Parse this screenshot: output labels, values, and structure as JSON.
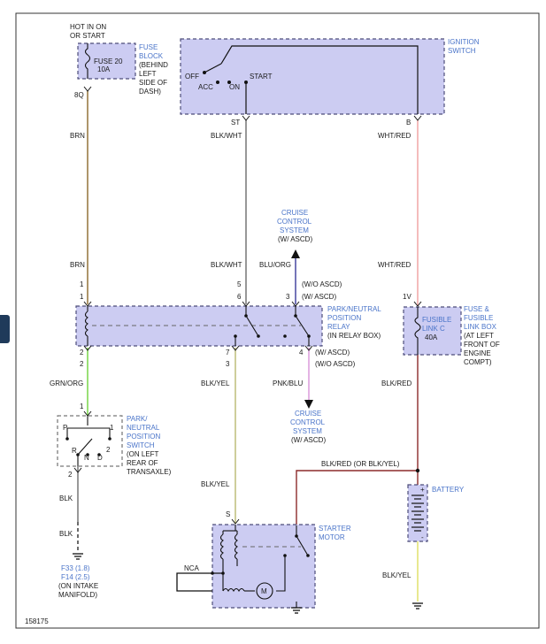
{
  "diagram_id": "158175",
  "colors": {
    "component_fill": "#ccccf2",
    "wire_brn": "#8b6a2c",
    "wire_blk_wht": "#6b6b6b",
    "wire_wht_red": "#f0a0a0",
    "wire_blu_org": "#3a3a9a",
    "wire_grn_org": "#6fd33a",
    "wire_blk_yel": "#b8b870",
    "wire_pnk_blu": "#d995d9",
    "wire_blk_red": "#8b2a2a",
    "wire_blk": "#6b6b6b",
    "label_blue": "#4a74c9"
  },
  "fuse_block": {
    "top_note_1": "HOT IN ON",
    "top_note_2": "OR START",
    "fuse_name": "FUSE 20",
    "fuse_rating": "10A",
    "title_1": "FUSE",
    "title_2": "BLOCK",
    "loc_1": "(BEHIND",
    "loc_2": "LEFT",
    "loc_3": "SIDE OF",
    "loc_4": "DASH)",
    "pin": "8Q"
  },
  "ignition_switch": {
    "title_1": "IGNITION",
    "title_2": "SWITCH",
    "pos_off": "OFF",
    "pos_acc": "ACC",
    "pos_on": "ON",
    "pos_start": "START",
    "pin_st": "ST",
    "pin_b": "B"
  },
  "wires": {
    "brn_upper": "BRN",
    "brn_lower": "BRN",
    "blk_wht_upper": "BLK/WHT",
    "blk_wht_lower": "BLK/WHT",
    "wht_red_upper": "WHT/RED",
    "wht_red_lower": "WHT/RED",
    "blu_org": "BLU/ORG",
    "grn_org": "GRN/ORG",
    "blk_yel_upper": "BLK/YEL",
    "blk_yel_lower": "BLK/YEL",
    "pnk_blu": "PNK/BLU",
    "blk_red": "BLK/RED",
    "blk_red_or": "BLK/RED (OR BLK/YEL)",
    "blk_upper": "BLK",
    "blk_lower": "BLK",
    "blk_yel_battery": "BLK/YEL"
  },
  "cruise_top": {
    "line_1": "CRUISE",
    "line_2": "CONTROL",
    "line_3": "SYSTEM",
    "line_4": "(W/ ASCD)"
  },
  "cruise_bottom": {
    "line_1": "CRUISE",
    "line_2": "CONTROL",
    "line_3": "SYSTEM",
    "line_4": "(W/ ASCD)"
  },
  "relay": {
    "title_1": "PARK/NEUTRAL",
    "title_2": "POSITION",
    "title_3": "RELAY",
    "loc": "(IN RELAY BOX)",
    "pin_1a": "1",
    "pin_1b": "1",
    "pin_5": "5",
    "pin_6": "6",
    "pin_3": "3",
    "note_wo_ascd_top": "(W/O ASCD)",
    "note_w_ascd_top": "(W/ ASCD)",
    "pin_2a": "2",
    "pin_2b": "2",
    "pin_7": "7",
    "pin_3b": "3",
    "pin_4": "4",
    "note_w_ascd_bot": "(W/ ASCD)",
    "note_wo_ascd_bot": "(W/O ASCD)"
  },
  "pn_switch": {
    "title_1": "PARK/",
    "title_2": "NEUTRAL",
    "title_3": "POSITION",
    "title_4": "SWITCH",
    "loc_1": "(ON LEFT",
    "loc_2": "REAR OF",
    "loc_3": "TRANSAXLE)",
    "pin_top": "1",
    "pin_bottom": "2",
    "p": "P",
    "r": "R",
    "n": "N",
    "d": "D",
    "one": "1",
    "two": "2"
  },
  "ground_left": {
    "line_1": "F33 (1.8)",
    "line_2": "F14 (2.5)",
    "line_3": "(ON INTAKE",
    "line_4": "MANIFOLD)"
  },
  "fusible_link": {
    "pin": "1V",
    "name_1": "FUSIBLE",
    "name_2": "LINK C",
    "rating": "40A",
    "title_1": "FUSE &",
    "title_2": "FUSIBLE",
    "title_3": "LINK BOX",
    "loc_1": "(AT LEFT",
    "loc_2": "FRONT OF",
    "loc_3": "ENGINE",
    "loc_4": "COMPT)"
  },
  "battery": {
    "title": "BATTERY",
    "plus": "+",
    "minus": "-"
  },
  "starter": {
    "title_1": "STARTER",
    "title_2": "MOTOR",
    "pin_s": "S",
    "nca": "NCA",
    "motor": "M"
  }
}
